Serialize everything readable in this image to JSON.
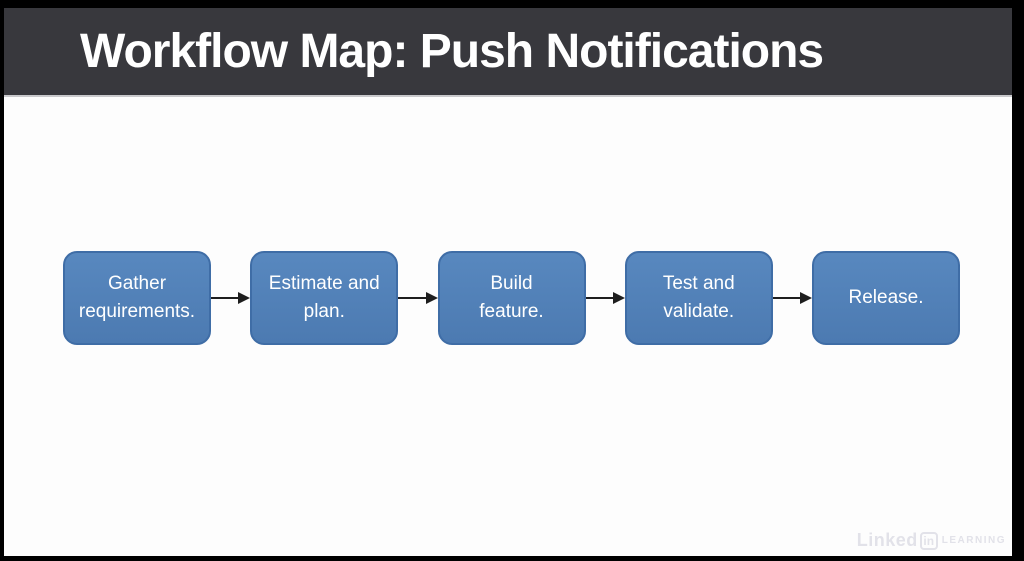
{
  "slide": {
    "title": "Workflow Map: Push Notifications"
  },
  "diagram": {
    "type": "flow",
    "direction": "left-to-right",
    "steps": [
      {
        "label": "Gather\nrequirements."
      },
      {
        "label": "Estimate and\nplan."
      },
      {
        "label": "Build\nfeature."
      },
      {
        "label": "Test and\nvalidate."
      },
      {
        "label": "Release."
      }
    ]
  },
  "watermark": {
    "brand": "Linked",
    "badge": "in",
    "suffix": "LEARNING"
  },
  "colors": {
    "header_bg": "#38383d",
    "frame": "#000000",
    "body_bg": "#fdfdfd",
    "title_color": "#ffffff",
    "box_fill": "#4f7fb6",
    "box_border": "#3f6da6",
    "box_text": "#ffffff",
    "arrow": "#1e1e1e",
    "watermark": "#e2e2e9",
    "header_separator": "#c9c9cc"
  }
}
